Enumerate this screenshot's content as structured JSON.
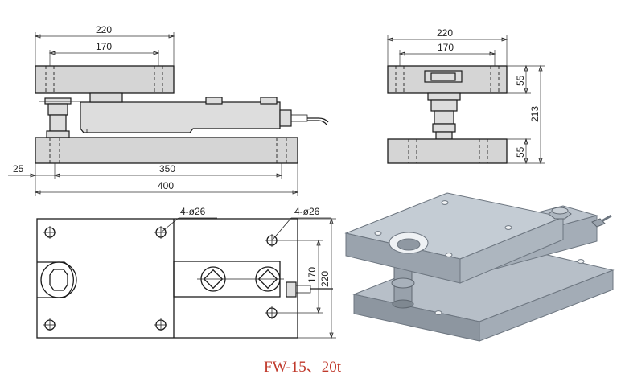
{
  "drawing": {
    "front_view": {
      "dim_top_overall": "220",
      "dim_top_holes": "170",
      "dim_left_offset": "25",
      "dim_bolt_span": "350",
      "dim_base_overall": "400"
    },
    "side_view": {
      "dim_top_overall": "220",
      "dim_top_holes": "170",
      "dim_top_plate_height": "55",
      "dim_total_height": "213",
      "dim_base_plate_height": "55"
    },
    "plan_view": {
      "hole_callout_left": "4-ø26",
      "hole_callout_right": "4-ø26",
      "dim_hole_spacing": "170",
      "dim_plate_width": "220"
    },
    "caption": "FW-15、20t"
  }
}
